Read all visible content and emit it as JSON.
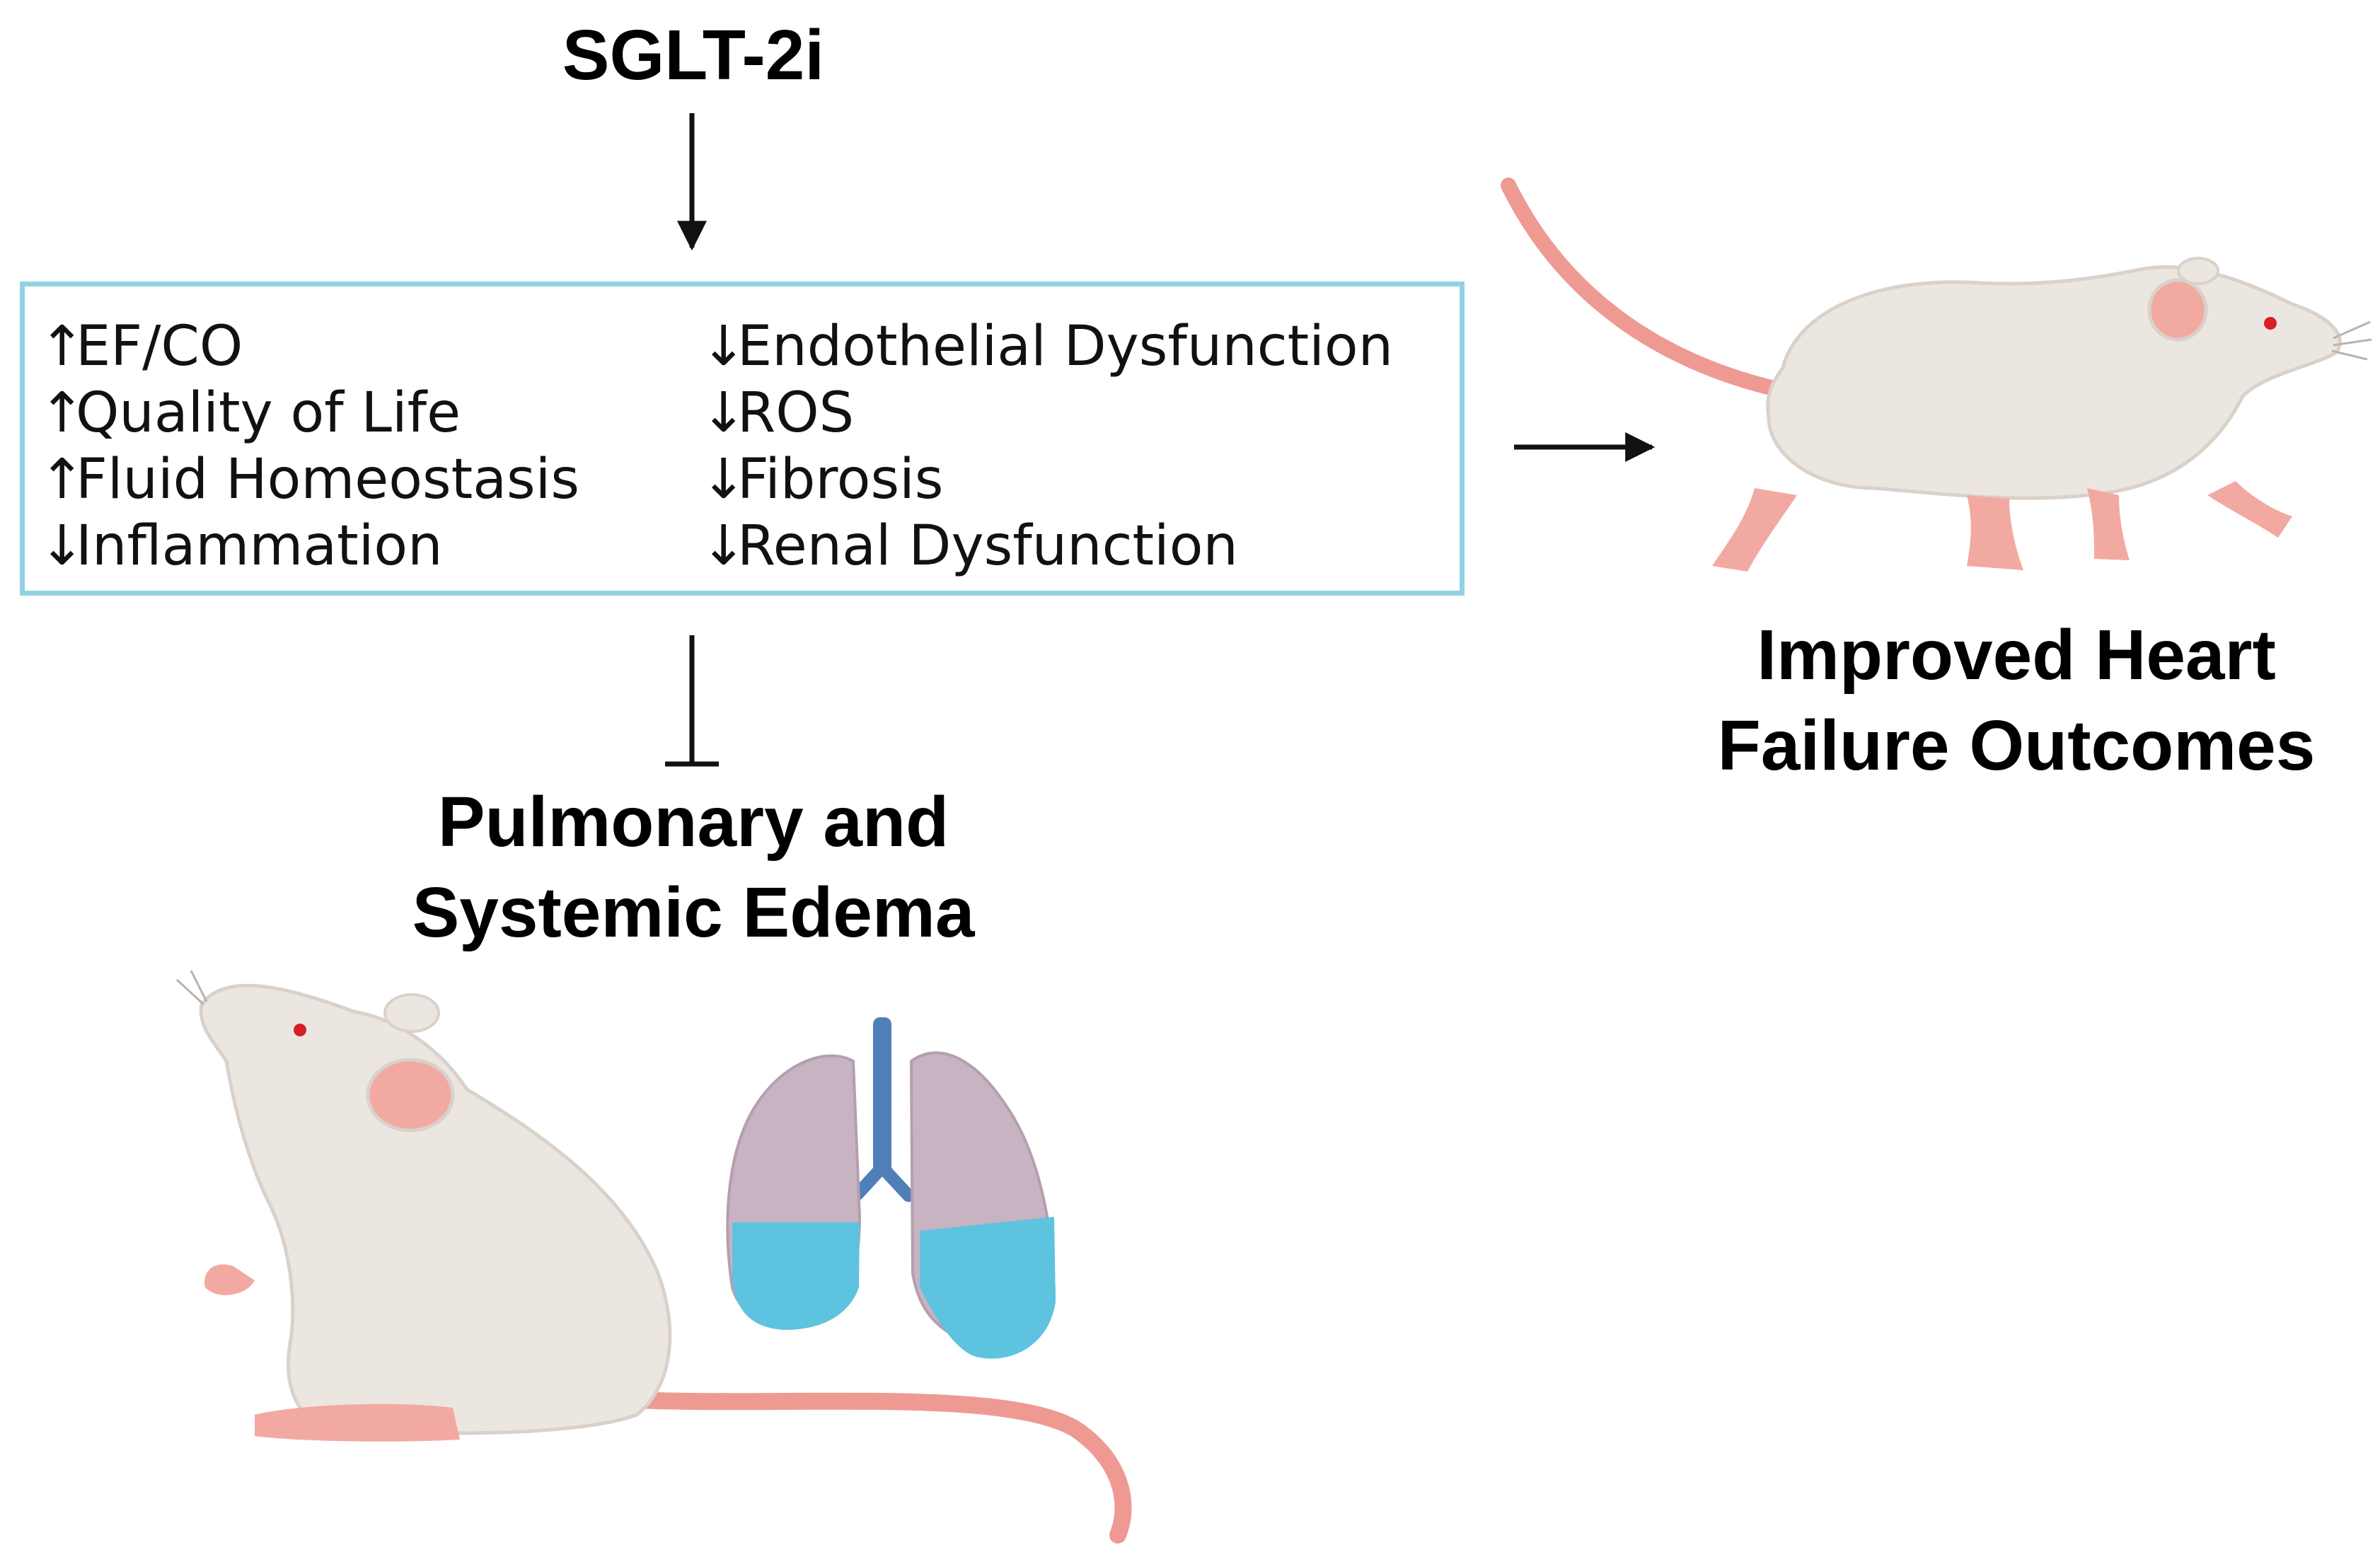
{
  "title": "SGLT-2i",
  "effects": {
    "left": [
      {
        "arrow": "↑",
        "label": "EF/CO"
      },
      {
        "arrow": "↑",
        "label": "Quality of Life"
      },
      {
        "arrow": "↑",
        "label": "Fluid Homeostasis"
      },
      {
        "arrow": "↓",
        "label": "Inflammation"
      }
    ],
    "right": [
      {
        "arrow": "↓",
        "label": "Endothelial Dysfunction"
      },
      {
        "arrow": "↓",
        "label": "ROS"
      },
      {
        "arrow": "↓",
        "label": "Fibrosis"
      },
      {
        "arrow": "↓",
        "label": "Renal Dysfunction"
      }
    ]
  },
  "inhibited_outcome": {
    "line1": "Pulmonary and",
    "line2": "Systemic Edema"
  },
  "improved_outcome": {
    "line1": "Improved Heart",
    "line2": "Failure Outcomes"
  },
  "colors": {
    "box_border": "#92d3e3",
    "rat_body": "#ece6e1",
    "rat_shadow": "#d9d1ca",
    "rat_pink": "#f2a9a2",
    "rat_tail": "#ee9a92",
    "rat_eye": "#d61f26",
    "lung_tissue": "#c7b3c1",
    "lung_fluid": "#5ec3df",
    "trachea": "#4f7fb8"
  },
  "icons": [
    "rat-walking-icon",
    "rat-sitting-icon",
    "lungs-edema-icon"
  ]
}
